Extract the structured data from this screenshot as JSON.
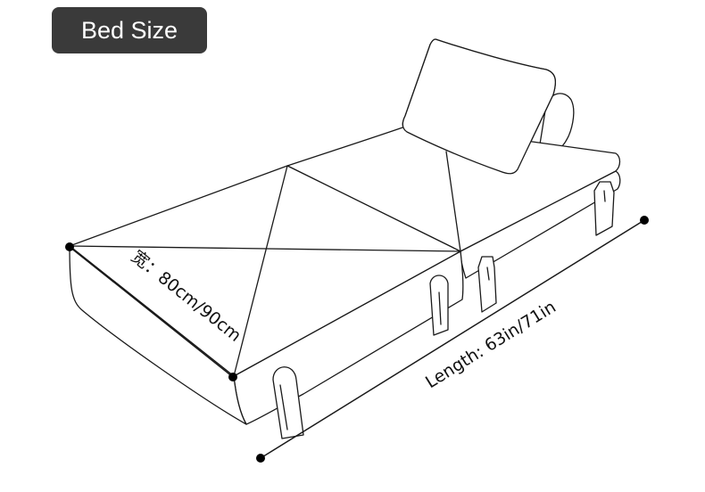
{
  "badge": {
    "title": "Bed Size"
  },
  "dimensions": {
    "width_label": "宽：80cm/90cm",
    "length_label": "Length: 63in/71in"
  },
  "colors": {
    "badge_bg": "#3a3a3a",
    "line": "#1a1a1a"
  }
}
